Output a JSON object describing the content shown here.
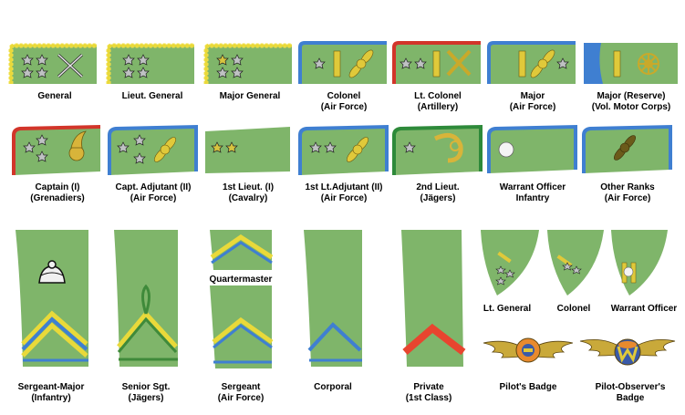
{
  "colors": {
    "tab_green": "#7fb56a",
    "pipe_yellow": "#f2e04a",
    "pipe_blue": "#3f7fd1",
    "pipe_red": "#d2352a",
    "pipe_green": "#2e8a3a",
    "star_gold": "#d8c43f",
    "star_silver": "#bfc2c3",
    "chevron_yellow": "#efe37a",
    "chevron_blue": "#3f7fd1",
    "chevron_green": "#3f8a3a",
    "chevron_red": "#e8452f"
  },
  "top_row": [
    {
      "label": "General"
    },
    {
      "label": "Lieut. General"
    },
    {
      "label": "Major General"
    },
    {
      "label": "Colonel\n(Air Force)"
    },
    {
      "label": "Lt. Colonel\n(Artillery)"
    },
    {
      "label": "Major\n(Air Force)"
    },
    {
      "label": "Major (Reserve)\n(Vol. Motor Corps)"
    }
  ],
  "middle_row": [
    {
      "label": "Captain (I)\n(Grenadiers)"
    },
    {
      "label": "Capt. Adjutant (II)\n(Air Force)"
    },
    {
      "label": "1st Lieut. (I)\n(Cavalry)"
    },
    {
      "label": "1st Lt.Adjutant (II)\n(Air Force)"
    },
    {
      "label": "2nd Lieut.\n(Jägers)"
    },
    {
      "label": "Warrant Officer\nInfantry"
    },
    {
      "label": "Other Ranks\n(Air Force)"
    }
  ],
  "sleeves": [
    {
      "label": "Sergeant-Major\n(Infantry)"
    },
    {
      "label": "Senior Sgt.\n(Jägers)"
    },
    {
      "label": "Quartermaster"
    },
    {
      "label": "Sergeant\n(Air Force)"
    },
    {
      "label": "Corporal"
    },
    {
      "label": "Private\n(1st Class)"
    }
  ],
  "collar_patches": [
    {
      "label": "Lt. General"
    },
    {
      "label": "Colonel"
    },
    {
      "label": "Warrant Officer"
    }
  ],
  "badges": [
    {
      "label": "Pilot's Badge",
      "icon": "winged-badge-icon"
    },
    {
      "label": "Pilot-Observer's\nBadge",
      "icon": "winged-w-badge-icon"
    }
  ]
}
